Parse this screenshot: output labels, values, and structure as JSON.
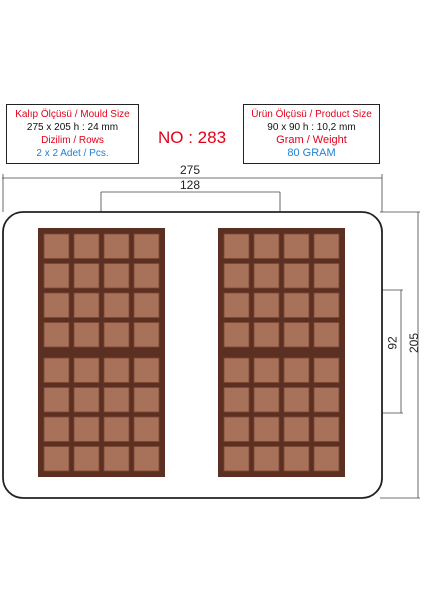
{
  "mould_box": {
    "title": "Kalıp Ölçüsü / Mould Size",
    "size": "275 x 205 h : 24 mm",
    "rows_label": "Dizilim / Rows",
    "arrangement": "2 x 2 Adet / Pcs."
  },
  "product_box": {
    "title": "Ürün Ölçüsü / Product Size",
    "size": "90 x 90 h : 10,2 mm",
    "weight_label": "Gram / Weight",
    "weight": "80 GRAM"
  },
  "model_number": "NO : 283",
  "dimensions": {
    "total_width": "275",
    "inner_spacing": "128",
    "cavity_height": "92",
    "total_height": "205"
  },
  "colors": {
    "chocolate_dark": "#5b3022",
    "chocolate_tile": "#a8725a",
    "title_red": "#e3001b",
    "accent_blue": "#1e7fd0"
  },
  "layout": {
    "cavity_grid": "2 x 2",
    "tiles_per_cavity": "4 x 4"
  }
}
